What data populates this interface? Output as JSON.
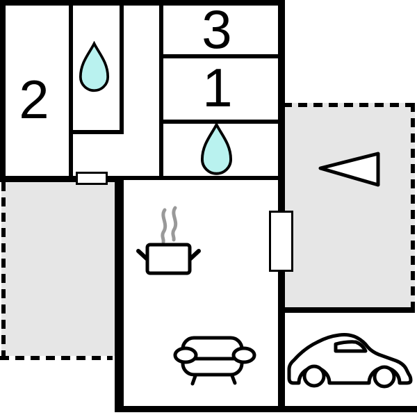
{
  "floorplan": {
    "rooms": [
      {
        "name": "room-2",
        "label": "2"
      },
      {
        "name": "room-3",
        "label": "3"
      },
      {
        "name": "room-1",
        "label": "1"
      }
    ],
    "icons": {
      "bathroom_top": "water-drop",
      "bathroom_middle": "water-drop",
      "kitchen": "cooking-pot-with-steam",
      "living_room": "sofa",
      "garage": "car",
      "entrance": "left-pointing-triangle-arrow"
    },
    "areas": {
      "terrace_left": "dashed-outline-terrace",
      "terrace_right": "dashed-outline-terrace-with-entrance-arrow"
    },
    "colors": {
      "wall": "#000000",
      "terrace_fill": "#e6e6e6",
      "water_drop_fill": "#b9f2ef",
      "steam": "#999999",
      "background": "#ffffff"
    }
  }
}
